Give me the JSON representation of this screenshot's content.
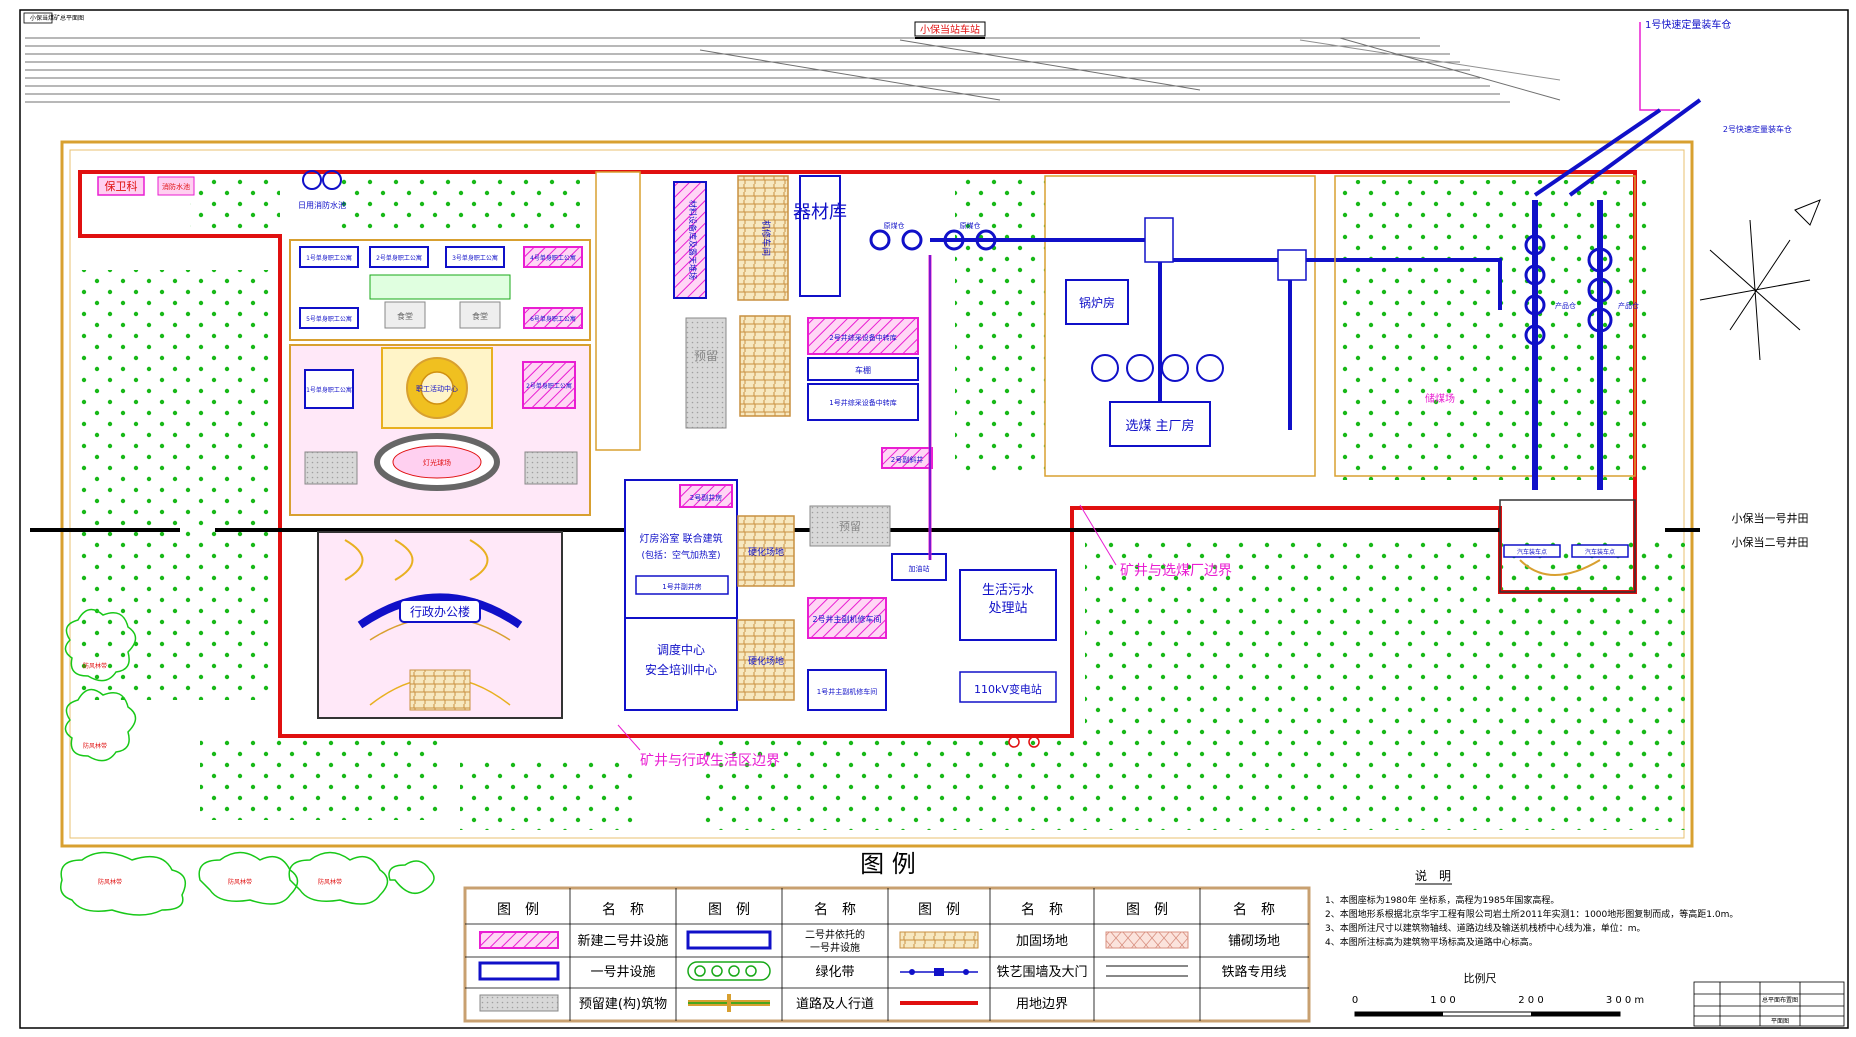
{
  "header": {
    "stamp": "小保当煤矿总平面图",
    "station": "小保当站车站",
    "loadout1": "1号快速定量装车仓",
    "loadout2": "2号快速定量装车仓"
  },
  "boundaries": {
    "field1": "小保当一号井田",
    "field2": "小保当二号井田",
    "mine_coal": "矿井与选煤厂边界",
    "mine_admin": "矿井与行政生活区边界"
  },
  "zones": {
    "security": "保卫科",
    "fire_water": "消防水池",
    "fire_pool": "日用消防水池",
    "apartment_1": "1号单身职工公寓",
    "apartment_2": "2号单身职工公寓",
    "apartment_3": "3号单身职工公寓",
    "apartment_4": "4号单身职工公寓",
    "apartment_5": "5号单身职工公寓",
    "apartment_6": "6号单身职工公寓",
    "canteen_1": "食堂",
    "canteen_2": "食堂",
    "staff_activity": "职工活动中心",
    "dorm_center": "1号单身职工公寓",
    "dorm_new": "2号单身职工公寓",
    "stadium": "灯光球场",
    "admin": "行政办公楼",
    "lamp_room": "灯房浴室 联合建筑",
    "lamp_room_sub": "(包括：空气加热室)",
    "shaft1_house": "1号井副井房",
    "shaft2_house": "2号副井房",
    "dispatch_1": "调度中心",
    "dispatch_2": "安全培训中心",
    "reserve": "预留",
    "reserve_2": "预留",
    "equipment": "器材库",
    "material_yard": "材料设备库及露天堆场",
    "repair": "机修车间",
    "new_warehouse_2": "2号井综采设备中转库",
    "shed": "车棚",
    "warehouse_1": "1号井综采设备中转库",
    "hardened_1": "硬化场地",
    "hardened_2": "硬化场地",
    "heating": "锅炉房",
    "raw_silo": "原煤仓",
    "raw_silo_2": "原煤仓",
    "main_plant": "选煤 主厂房",
    "sewage_1": "生活污水",
    "sewage_2": "处理站",
    "substation": "110kV变电站",
    "product_silo": "产品仓",
    "product_silo_2": "产品仓",
    "truck_1": "汽车装车点",
    "truck_2": "汽车装车点",
    "stockyard": "储煤场",
    "shaft2_repair": "2号井主副机修车间",
    "shaft1_repair": "1号井主副机修车间",
    "sub_shaft": "2号副斜井",
    "gas_station": "加油站",
    "tree_1": "防风林带",
    "tree_2": "防风林带",
    "tree_3": "防风林带",
    "tree_4": "防风林带",
    "tree_5": "防风林带"
  },
  "legend": {
    "title": "图 例",
    "head_symbol": "图　例",
    "head_name": "名　称",
    "items": [
      {
        "name": "新建二号井设施",
        "color": "#e91ed2"
      },
      {
        "name": "一号井设施",
        "color": "#1010c8"
      },
      {
        "name": "预留建(构)筑物",
        "color": "#9a9a9a"
      },
      {
        "name": "二号井依托的一号井设施",
        "color": "#1010c8"
      },
      {
        "name": "绿化带",
        "color": "#18a818"
      },
      {
        "name": "道路及人行道",
        "color": "#18a818"
      },
      {
        "name": "加固场地",
        "color": "#c8a860"
      },
      {
        "name": "铁艺围墙及大门",
        "color": "#1010c8"
      },
      {
        "name": "用地边界",
        "color": "#e01010"
      },
      {
        "name": "铺砌场地",
        "color": "#d8a090"
      },
      {
        "name": "铁路专用线",
        "color": "#606060"
      }
    ],
    "name_4a": "二号井依托的",
    "name_4b": "一号井设施"
  },
  "notes": {
    "title": "说　明",
    "lines": [
      "1、本图座标为1980年 坐标系，高程为1985年国家高程。",
      "2、本图地形系根据北京华宇工程有限公司岩土所2011年实测1：1000地形图复制而成，等高距1.0m。",
      "3、本图所注尺寸以建筑物轴线、道路边线及输送机栈桥中心线为准，单位：m。",
      "4、本图所注标高为建筑物平场标高及道路中心标高。"
    ]
  },
  "scale": {
    "title": "比例尺",
    "labels": [
      "0",
      "1 0 0",
      "2 0 0",
      "3 0 0 m"
    ]
  },
  "titleblock": {
    "title": "总平面布置图",
    "sub": "平面图"
  },
  "colors": {
    "boundary": "#e01010",
    "shaft2": "#e91ed2",
    "shaft1": "#1010c8",
    "road": "#d8a030",
    "green": "#18a818",
    "legend_border": "#c8a070"
  }
}
